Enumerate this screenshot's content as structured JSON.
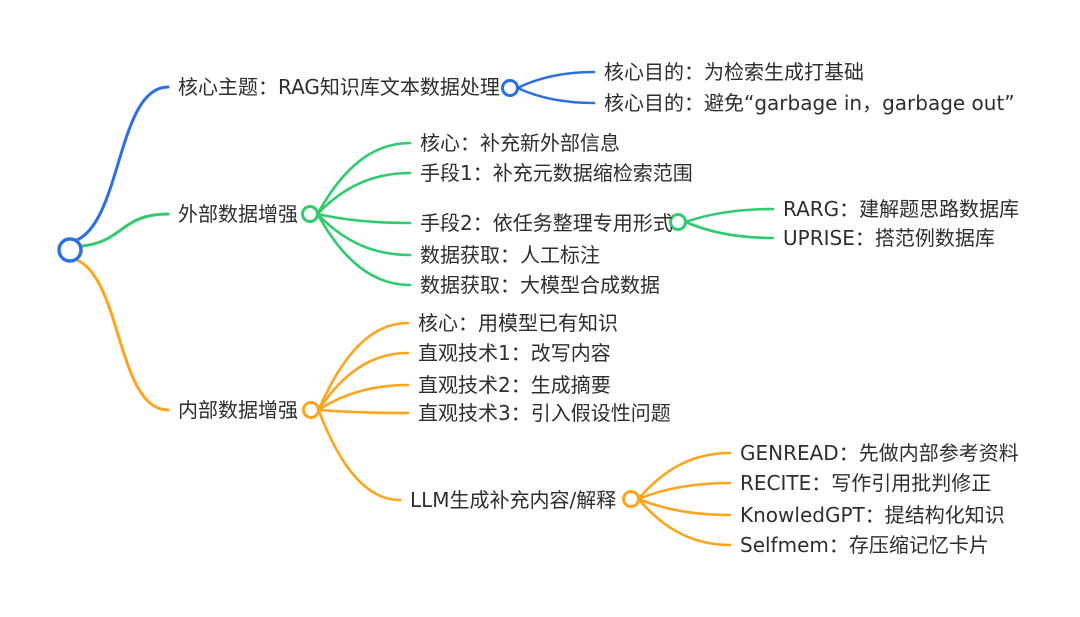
{
  "diagram_type": "mindmap",
  "colors": {
    "blue": "#2B6FE2",
    "green": "#2FCB6E",
    "orange": "#FFA41D",
    "text": "#2E2E2E",
    "background": "#FFFFFF"
  },
  "root": {
    "id": "root"
  },
  "branches": [
    {
      "id": "b1",
      "color": "blue",
      "label": "核心主题：RAG知识库文本数据处理",
      "children": [
        {
          "id": "b1c1",
          "label": "核心目的：为检索生成打基础"
        },
        {
          "id": "b1c2",
          "label": "核心目的：避免“garbage in，garbage out”"
        }
      ]
    },
    {
      "id": "b2",
      "color": "green",
      "label": "外部数据增强",
      "children": [
        {
          "id": "b2c1",
          "label": "核心：补充新外部信息"
        },
        {
          "id": "b2c2",
          "label": "手段1：补充元数据缩检索范围"
        },
        {
          "id": "b2c3",
          "label": "手段2：依任务整理专用形式",
          "children": [
            {
              "id": "b2c3a",
              "label": "RARG：建解题思路数据库"
            },
            {
              "id": "b2c3b",
              "label": "UPRISE：搭范例数据库"
            }
          ]
        },
        {
          "id": "b2c4",
          "label": "数据获取：人工标注"
        },
        {
          "id": "b2c5",
          "label": "数据获取：大模型合成数据"
        }
      ]
    },
    {
      "id": "b3",
      "color": "orange",
      "label": "内部数据增强",
      "children": [
        {
          "id": "b3c1",
          "label": "核心：用模型已有知识"
        },
        {
          "id": "b3c2",
          "label": "直观技术1：改写内容"
        },
        {
          "id": "b3c3",
          "label": "直观技术2：生成摘要"
        },
        {
          "id": "b3c4",
          "label": "直观技术3：引入假设性问题"
        },
        {
          "id": "b3c5",
          "label": "LLM生成补充内容/解释",
          "children": [
            {
              "id": "b3c5a",
              "label": "GENREAD：先做内部参考资料"
            },
            {
              "id": "b3c5b",
              "label": "RECITE：写作引用批判修正"
            },
            {
              "id": "b3c5c",
              "label": "KnowledGPT：提结构化知识"
            },
            {
              "id": "b3c5d",
              "label": "Selfmem：存压缩记忆卡片"
            }
          ]
        }
      ]
    }
  ]
}
